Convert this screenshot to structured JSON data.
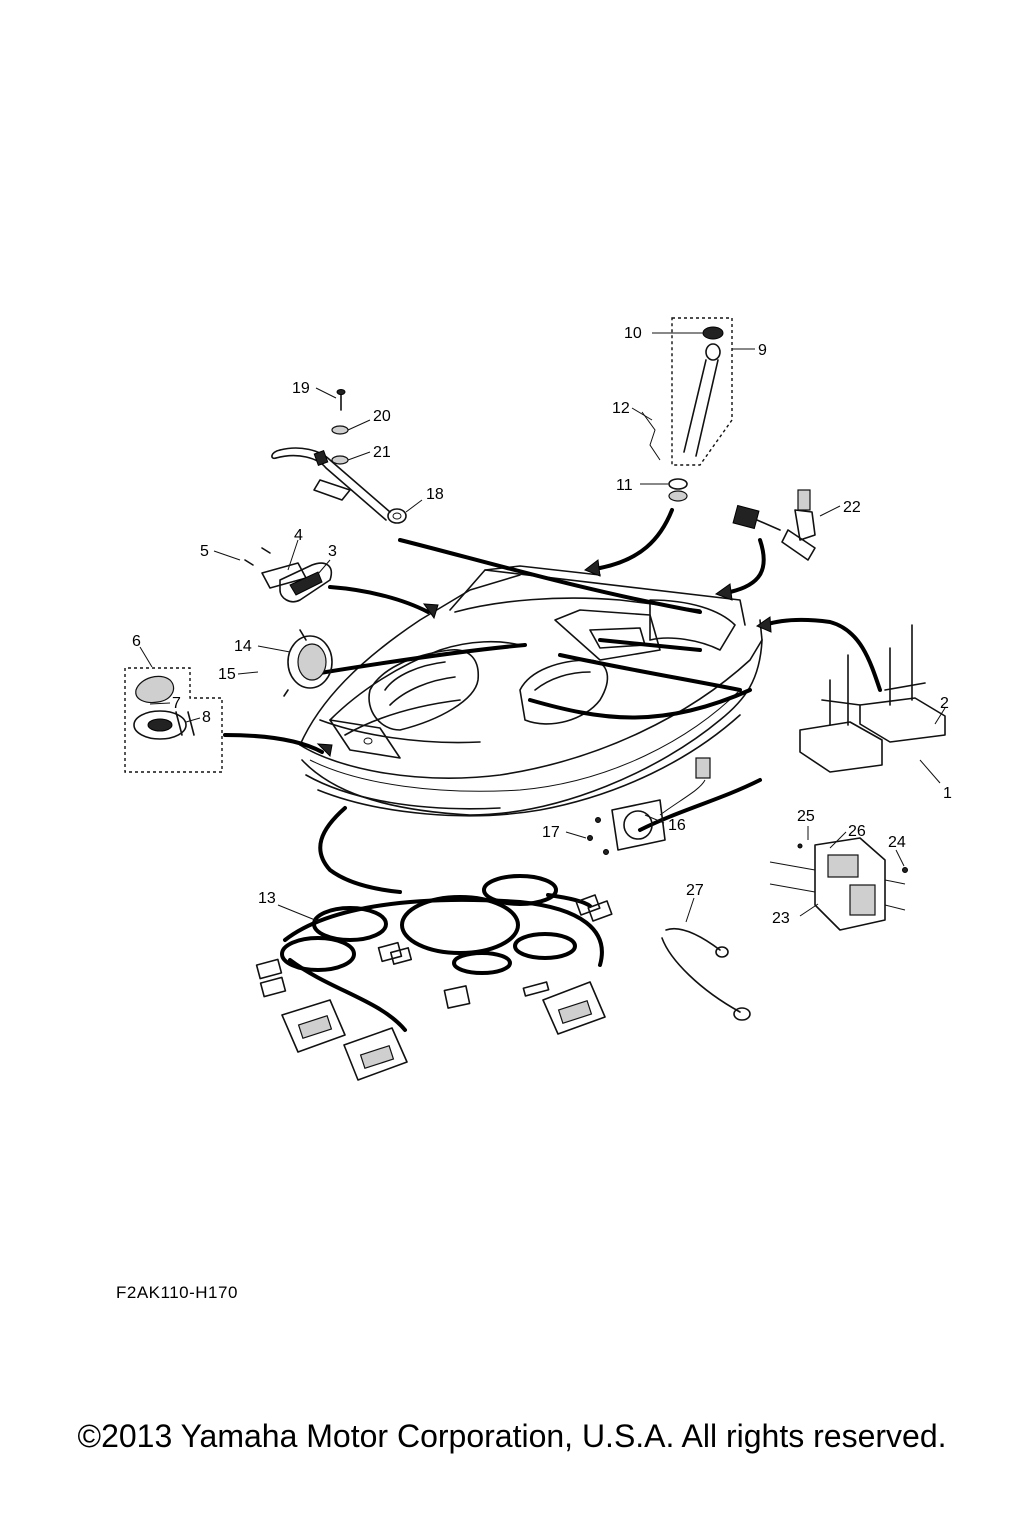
{
  "diagram": {
    "callouts": [
      "1",
      "2",
      "3",
      "4",
      "5",
      "6",
      "7",
      "8",
      "9",
      "10",
      "11",
      "12",
      "13",
      "14",
      "15",
      "16",
      "17",
      "18",
      "19",
      "20",
      "21",
      "22",
      "23",
      "24",
      "25",
      "26",
      "27"
    ],
    "code": "F2AK110-H170",
    "copyright": "©2013 Yamaha Motor Corporation, U.S.A. All rights reserved."
  }
}
